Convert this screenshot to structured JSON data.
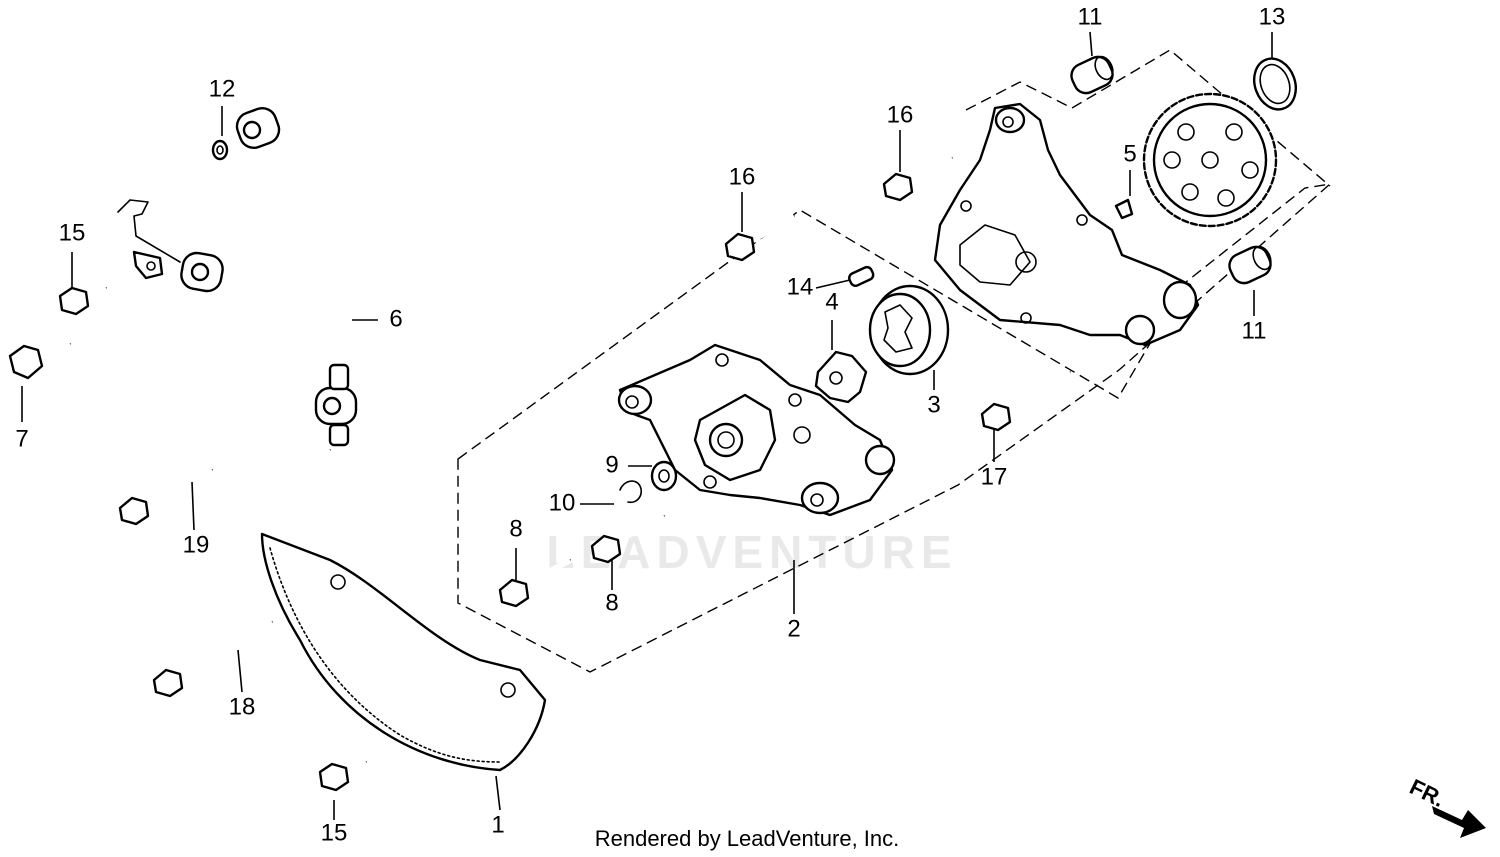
{
  "watermark": "LEADVENTURE",
  "footer": "Rendered by LeadVenture, Inc.",
  "direction_marker": "FR.",
  "callouts": [
    "1",
    "2",
    "3",
    "4",
    "5",
    "6",
    "7",
    "8",
    "8",
    "9",
    "10",
    "11",
    "11",
    "12",
    "13",
    "14",
    "15",
    "15",
    "16",
    "16",
    "17",
    "18",
    "19"
  ]
}
